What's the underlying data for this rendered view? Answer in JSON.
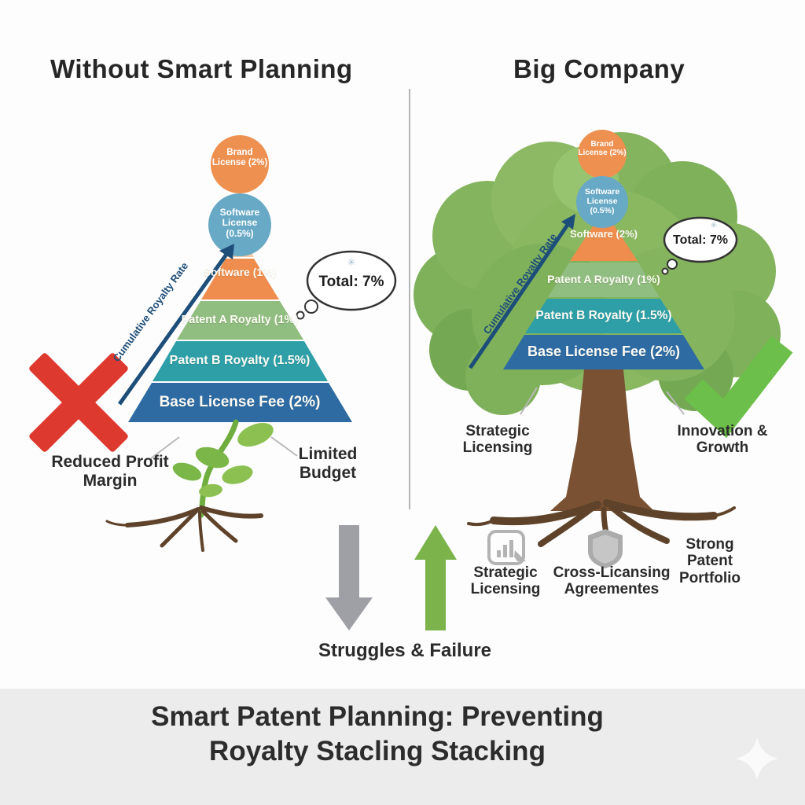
{
  "left": {
    "title": "Without Smart Planning",
    "brand_circle": "Brand License (2%)",
    "software_circle": "Software License (0.5%)",
    "layers": [
      "Software (1%)",
      "Patent A Royalty (1%)",
      "Patent B Royalty (1.5%)",
      "Base License Fee (2%)"
    ],
    "axis_label": "Cumulative Royalty Rate",
    "bubble": "Total: 7%",
    "label_reduced": "Reduced Profit Margin",
    "label_limited": "Limited Budget"
  },
  "right": {
    "title": "Big Company",
    "brand_circle": "Brand License (2%)",
    "software_circle": "Software License (0.5%)",
    "layers": [
      "Software (2%)",
      "Patent A Royalty (1%)",
      "Patent B Royalty (1.5%)",
      "Base License Fee (2%)"
    ],
    "axis_label": "Cumulative Royalty Rate",
    "bubble": "Total: 7%",
    "label_strategic": "Strategic Licensing",
    "label_innovation": "Innovation & Growth"
  },
  "bottom": {
    "strategic": "Strategic Licensing",
    "cross": "Cross-Licansing Agreementes",
    "strong": "Strong Patent Portfolio",
    "struggles": "Struggles & Failure"
  },
  "footer": {
    "line1": "Smart Patent Planning: Preventing",
    "line2": "Royalty Stacling Stacking"
  },
  "icons": {
    "sparkle": "✳"
  },
  "colors": {
    "red_x": "#de392e",
    "green_check": "#6cbf4a",
    "arrow_navy": "#1d4e79",
    "circle_orange": "#ee9050",
    "circle_blue": "#68a9c6",
    "layer_peach": "#f6cda3",
    "layer_orange": "#ee8d4d",
    "layer_green": "#90bd80",
    "layer_teal": "#2f9fa7",
    "layer_blue": "#2d6ba2",
    "tree_green": "#85b45e",
    "trunk_brown": "#7a5233",
    "root_brown": "#5e432a",
    "sprout_green": "#8cc152",
    "gray_arrow": "#9fa0a6",
    "green_arrow": "#7cb34b",
    "footer_bg": "#ececec"
  }
}
